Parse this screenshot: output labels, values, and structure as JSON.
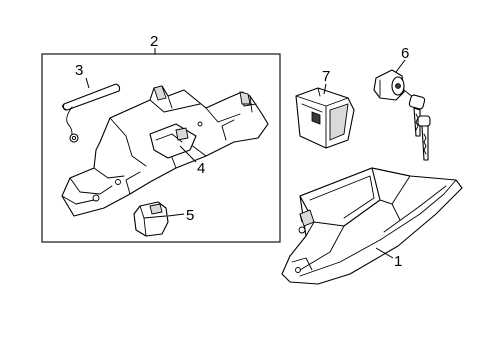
{
  "callouts": [
    {
      "id": "1",
      "text": "1"
    },
    {
      "id": "2",
      "text": "2"
    },
    {
      "id": "3",
      "text": "3"
    },
    {
      "id": "4",
      "text": "4"
    },
    {
      "id": "5",
      "text": "5"
    },
    {
      "id": "6",
      "text": "6"
    },
    {
      "id": "7",
      "text": "7"
    }
  ],
  "parts": [
    {
      "callout": "1",
      "icon": "glove-box-lid-icon"
    },
    {
      "callout": "2",
      "icon": "glove-box-housing-assembly-icon"
    },
    {
      "callout": "3",
      "icon": "damper-rod-icon"
    },
    {
      "callout": "4",
      "icon": "housing-bracket-icon"
    },
    {
      "callout": "5",
      "icon": "latch-icon"
    },
    {
      "callout": "6",
      "icon": "lock-cylinder-with-keys-icon"
    },
    {
      "callout": "7",
      "icon": "switch-module-icon"
    }
  ]
}
